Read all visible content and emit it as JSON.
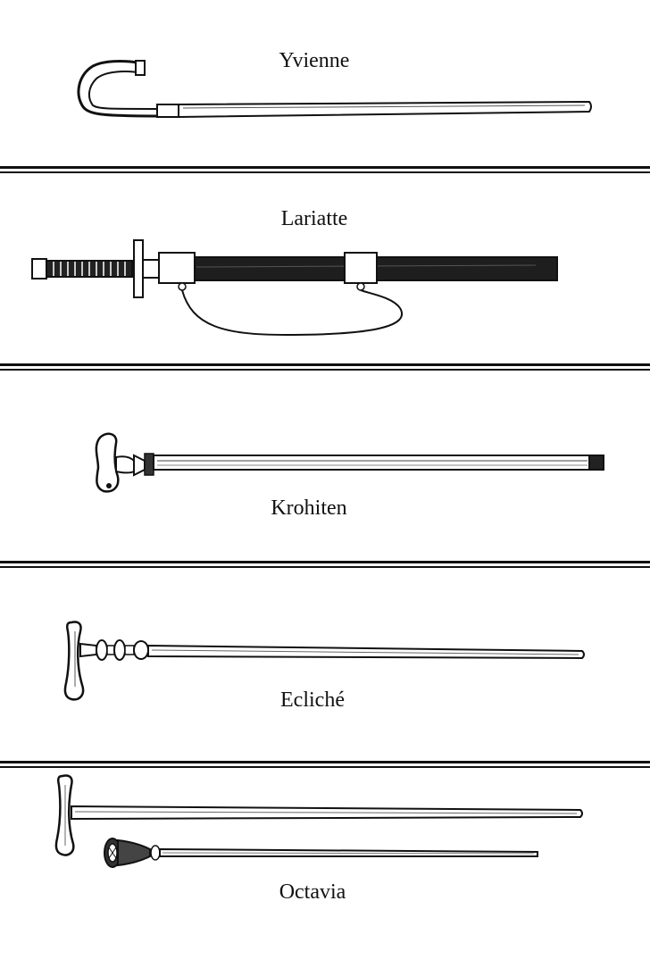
{
  "panels": [
    {
      "label": "Yvienne"
    },
    {
      "label": "Lariatte"
    },
    {
      "label": "Krohiten"
    },
    {
      "label": "Ecliché"
    },
    {
      "label": "Octavia"
    }
  ],
  "colors": {
    "ink": "#111111",
    "paper": "#ffffff",
    "shade": "#333333",
    "dark": "#222222"
  }
}
